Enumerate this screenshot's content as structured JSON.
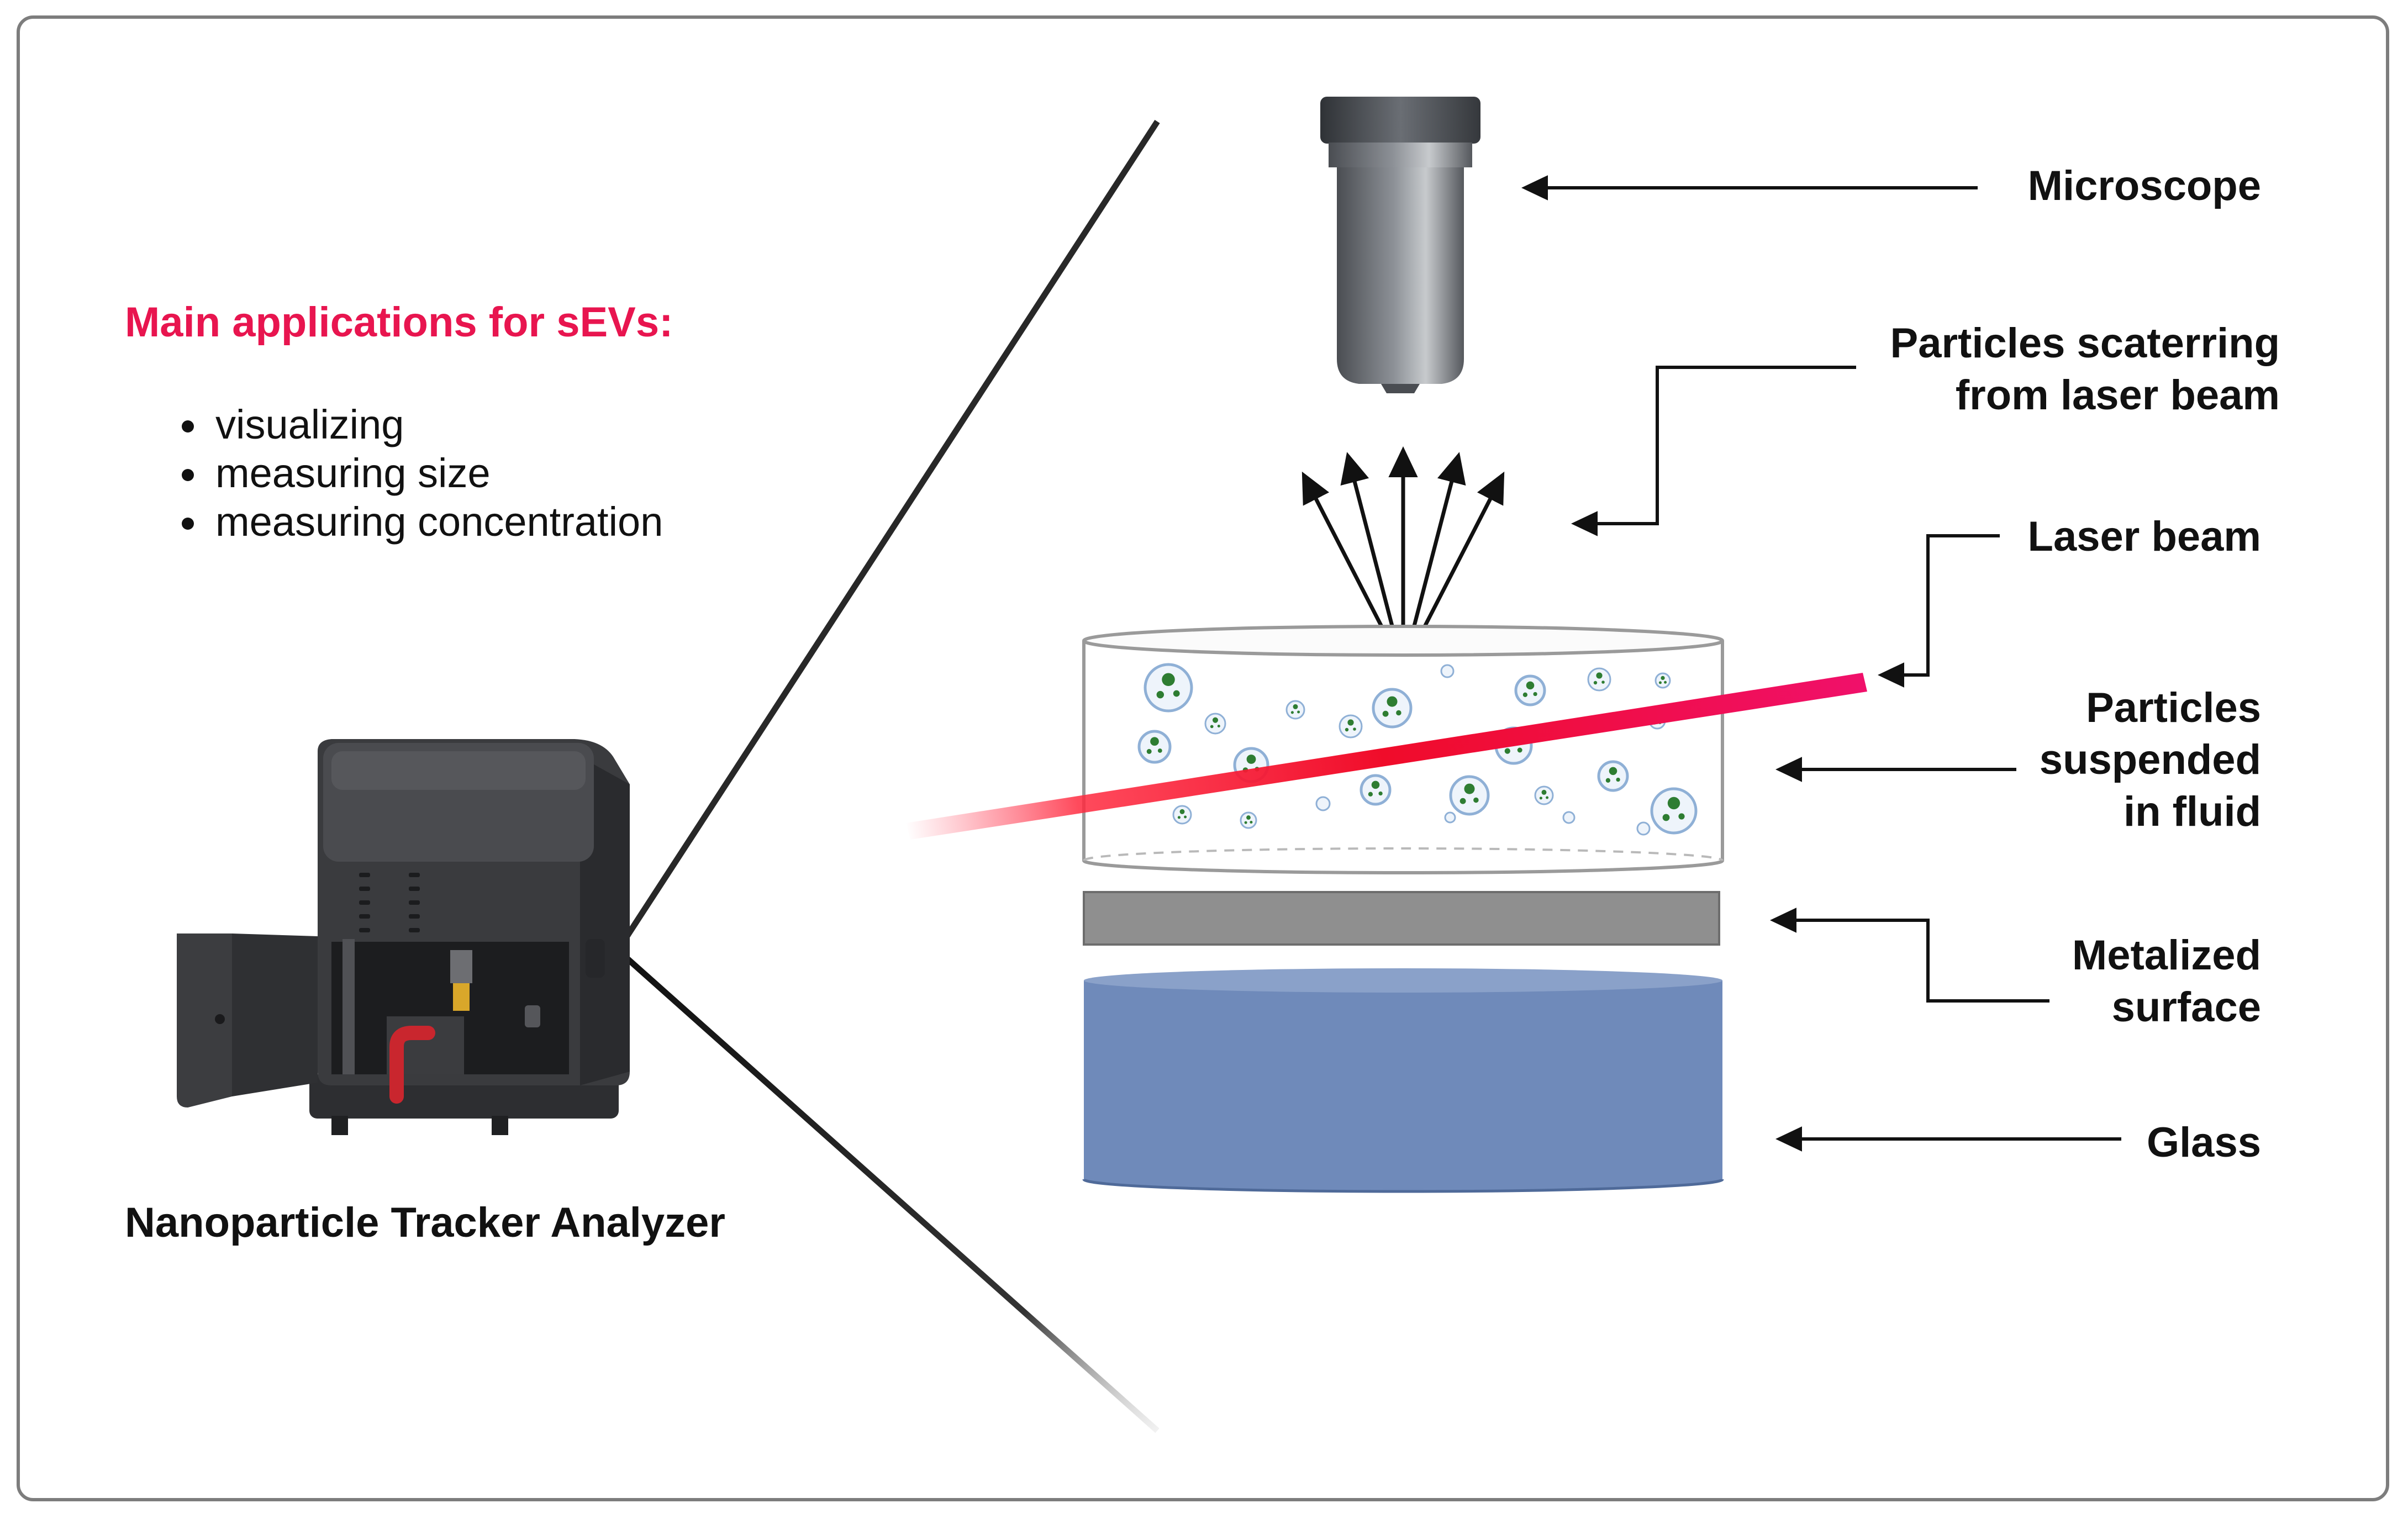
{
  "applications": {
    "heading": "Main applications for sEVs:",
    "items": [
      "visualizing",
      "measuring size",
      "measuring concentration"
    ]
  },
  "device": {
    "caption": "Nanoparticle Tracker Analyzer"
  },
  "labels": {
    "microscope": "Microscope",
    "scattering_1": "Particles scaterring",
    "scattering_2": "from laser beam",
    "laser": "Laser beam",
    "suspended_1": "Particles",
    "suspended_2": "suspended",
    "suspended_3": "in fluid",
    "metal_1": "Metalized",
    "metal_2": "surface",
    "glass": "Glass"
  },
  "colors": {
    "heading_accent": "#e8154f",
    "laser": "#f0105a",
    "glass": "#6f8aba",
    "metal": "#8f8f8f",
    "device_body": "#3a3b3e",
    "particle_core": "#2e7d32"
  }
}
